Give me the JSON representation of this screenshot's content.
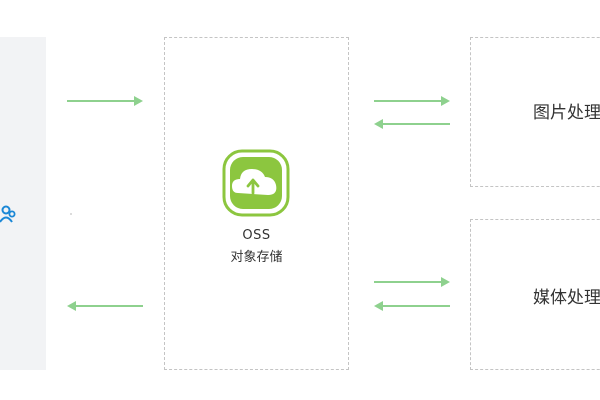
{
  "oss": {
    "title": "OSS",
    "subtitle": "对象存储",
    "icon": "cloud-upload-icon",
    "accent": "#8cc63f"
  },
  "image_processing": {
    "label": "图片处理"
  },
  "media_processing": {
    "label": "媒体处理"
  },
  "client": {
    "icon": "user-group-icon",
    "color": "#1a87d6"
  },
  "arrow_color": "#8ed18e",
  "border_color": "#c4c4c4"
}
